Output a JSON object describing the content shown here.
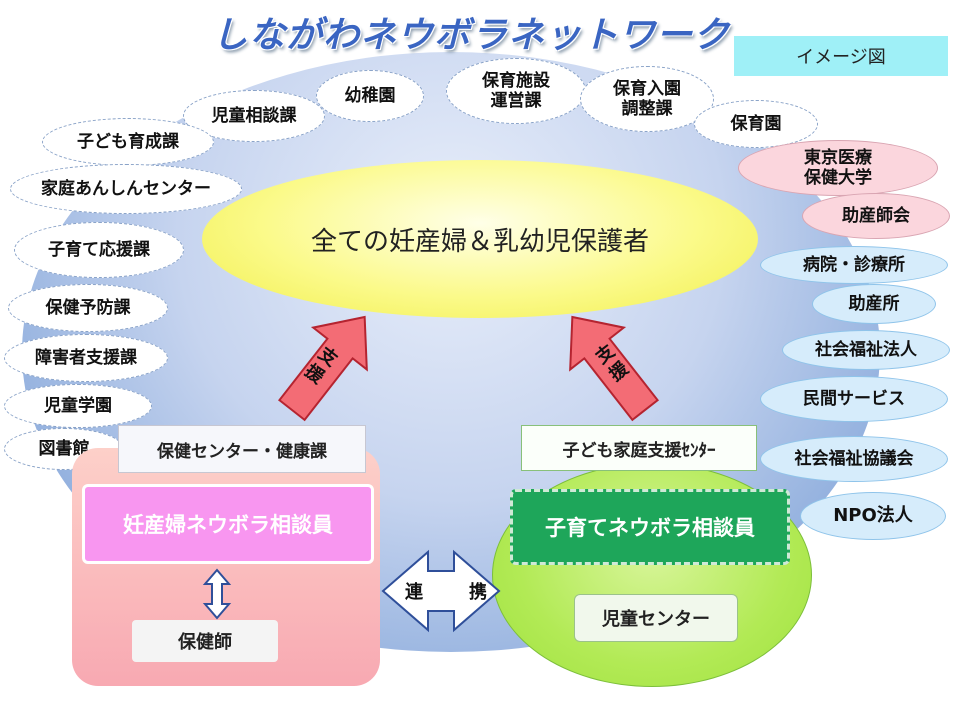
{
  "title": "しながわネウボラネットワーク",
  "image_tag": "イメージ図",
  "center_label": "全ての妊産婦＆乳幼児保護者",
  "left_orgs": [
    "子ども育成課",
    "家庭あんしんセンター",
    "子育て応援課",
    "保健予防課",
    "障害者支援課",
    "児童学園",
    "図書館"
  ],
  "top_orgs": {
    "jido_sodan": "児童相談課",
    "yochien": "幼稚園",
    "hoiku_shisetsu": "保育施設\n運営課",
    "hoiku_nyuen": "保育入園\n調整課",
    "hoikuen": "保育園"
  },
  "right_orgs": {
    "tokyo_iryo": "東京医療\n保健大学",
    "josanshikai": "助産師会",
    "byoin": "病院・診療所",
    "josanjo": "助産所",
    "shakai_fukushi_hojin": "社会福祉法人",
    "minkan": "民間サービス",
    "shakai_fukushi_kyogikai": "社会福祉協議会",
    "npo": "NPO法人"
  },
  "left_unit": {
    "header": "保健センター・健康課",
    "counselor": "妊産婦ネウボラ相談員",
    "staff": "保健師"
  },
  "right_unit": {
    "header": "子ども家庭支援ｾﾝﾀｰ",
    "counselor": "子育てネウボラ相談員",
    "staff": "児童センター"
  },
  "arrows": {
    "left_support": "支援",
    "right_support": "支援",
    "cooperation": "連　携"
  }
}
